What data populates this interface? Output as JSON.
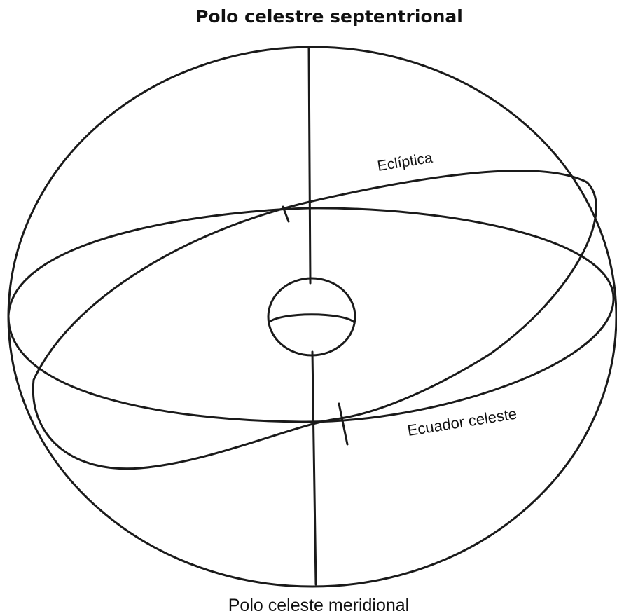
{
  "labels": {
    "north_pole": "Polo celestre septentrional",
    "south_pole": "Polo celeste meridional",
    "ecliptic": "Eclíptica",
    "celestial_equator": "Ecuador celeste"
  }
}
